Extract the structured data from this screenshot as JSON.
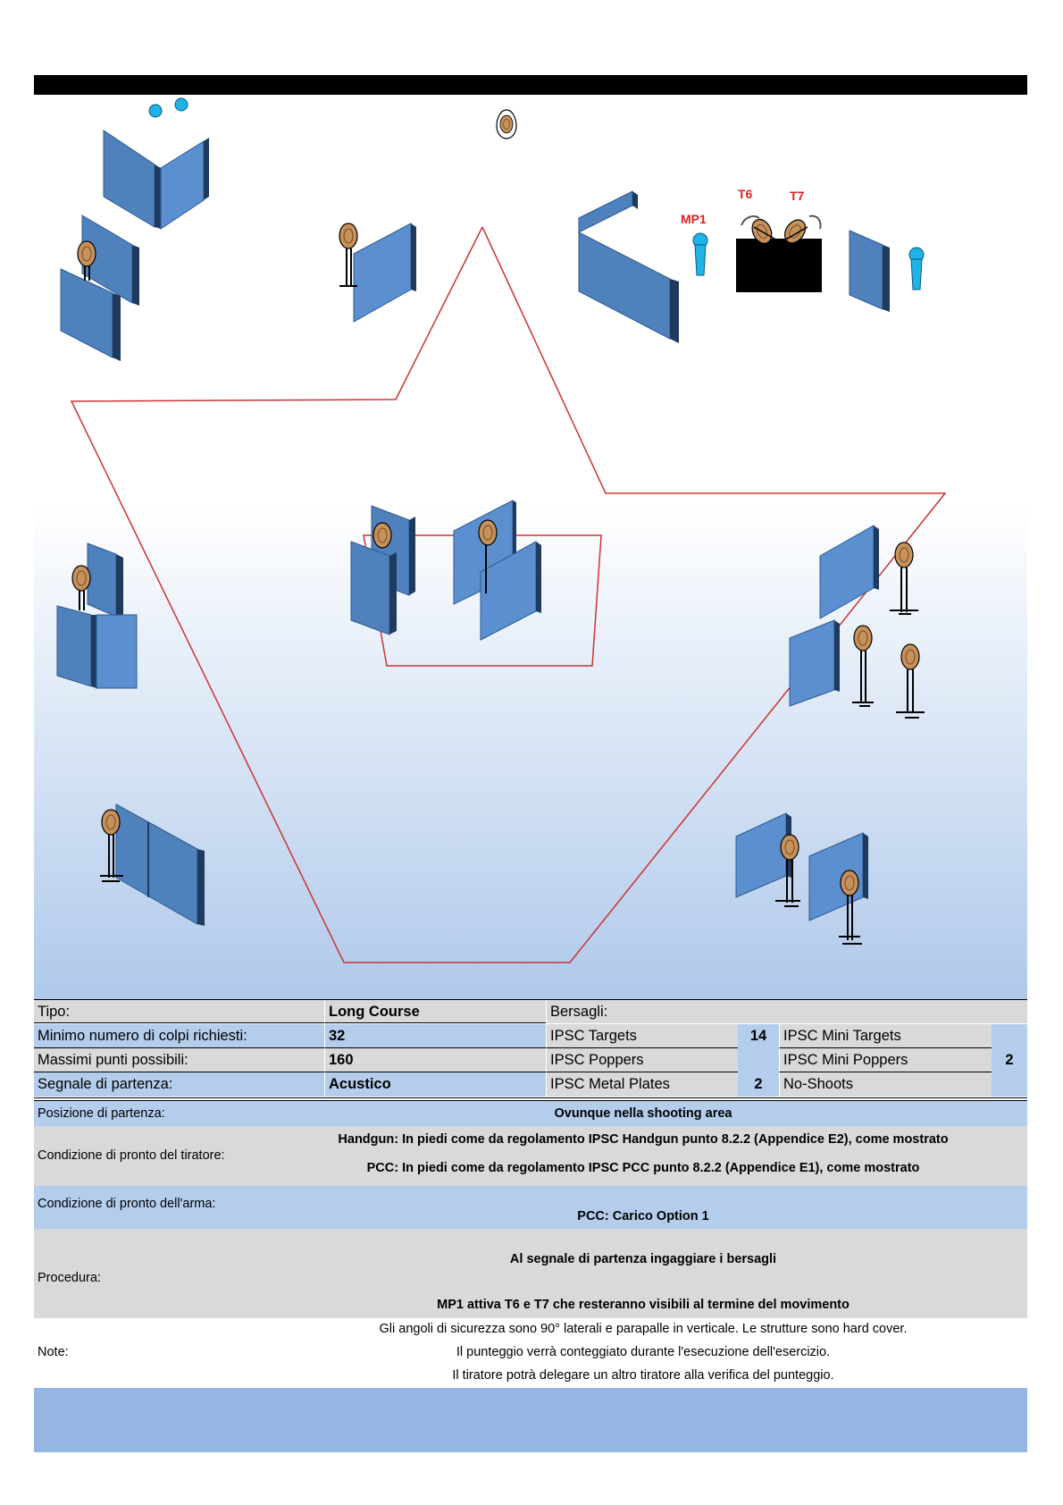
{
  "diagram": {
    "labels": {
      "mp1": "MP1",
      "t6": "T6",
      "t7": "T7"
    },
    "colors": {
      "wall_front": "#4f81bd",
      "wall_side": "#1f3a5f",
      "target": "#c8915a",
      "outline": "#cc3333",
      "popper_activator": "#1fb3e6",
      "bg_gradient_end": "#aec8ea"
    }
  },
  "table": {
    "tipo_label": "Tipo:",
    "tipo_value": "Long Course",
    "bersagli_label": "Bersagli:",
    "min_colpi_label": "Minimo numero di colpi richiesti:",
    "min_colpi_value": "32",
    "max_punti_label": "Massimi punti possibili:",
    "max_punti_value": "160",
    "segnale_label": "Segnale di partenza:",
    "segnale_value": "Acustico",
    "targets": [
      {
        "label": "IPSC Targets",
        "count": "14"
      },
      {
        "label": "IPSC Poppers",
        "count": ""
      },
      {
        "label": "IPSC Metal Plates",
        "count": "2"
      }
    ],
    "mini": [
      {
        "label": "IPSC Mini Targets"
      },
      {
        "label": "IPSC Mini Poppers",
        "count": "2"
      },
      {
        "label": "No-Shoots"
      }
    ]
  },
  "details": {
    "posizione_label": "Posizione di partenza:",
    "posizione_value": "Ovunque nella shooting area",
    "cond_tiratore_label": "Condizione di pronto del tiratore:",
    "cond_tiratore_line1": "Handgun: In piedi come da regolamento IPSC Handgun punto 8.2.2 (Appendice E2), come mostrato",
    "cond_tiratore_line2": "PCC: In piedi come da regolamento IPSC PCC punto 8.2.2 (Appendice E1), come mostrato",
    "cond_arma_label": "Condizione di pronto dell'arma:",
    "cond_arma_value": "PCC: Carico Option 1",
    "procedura_label": "Procedura:",
    "procedura_line1": "Al segnale di partenza ingaggiare i bersagli",
    "procedura_line2": "MP1 attiva  T6 e T7 che resteranno visibili al termine del movimento",
    "note_label": "Note:",
    "note_line1": "Gli angoli di sicurezza sono 90° laterali e parapalle in verticale. Le strutture sono hard cover.",
    "note_line2": "Il punteggio verrà conteggiato durante l'esecuzione dell'esercizio.",
    "note_line3": "Il tiratore potrà delegare un altro tiratore alla verifica del punteggio."
  }
}
